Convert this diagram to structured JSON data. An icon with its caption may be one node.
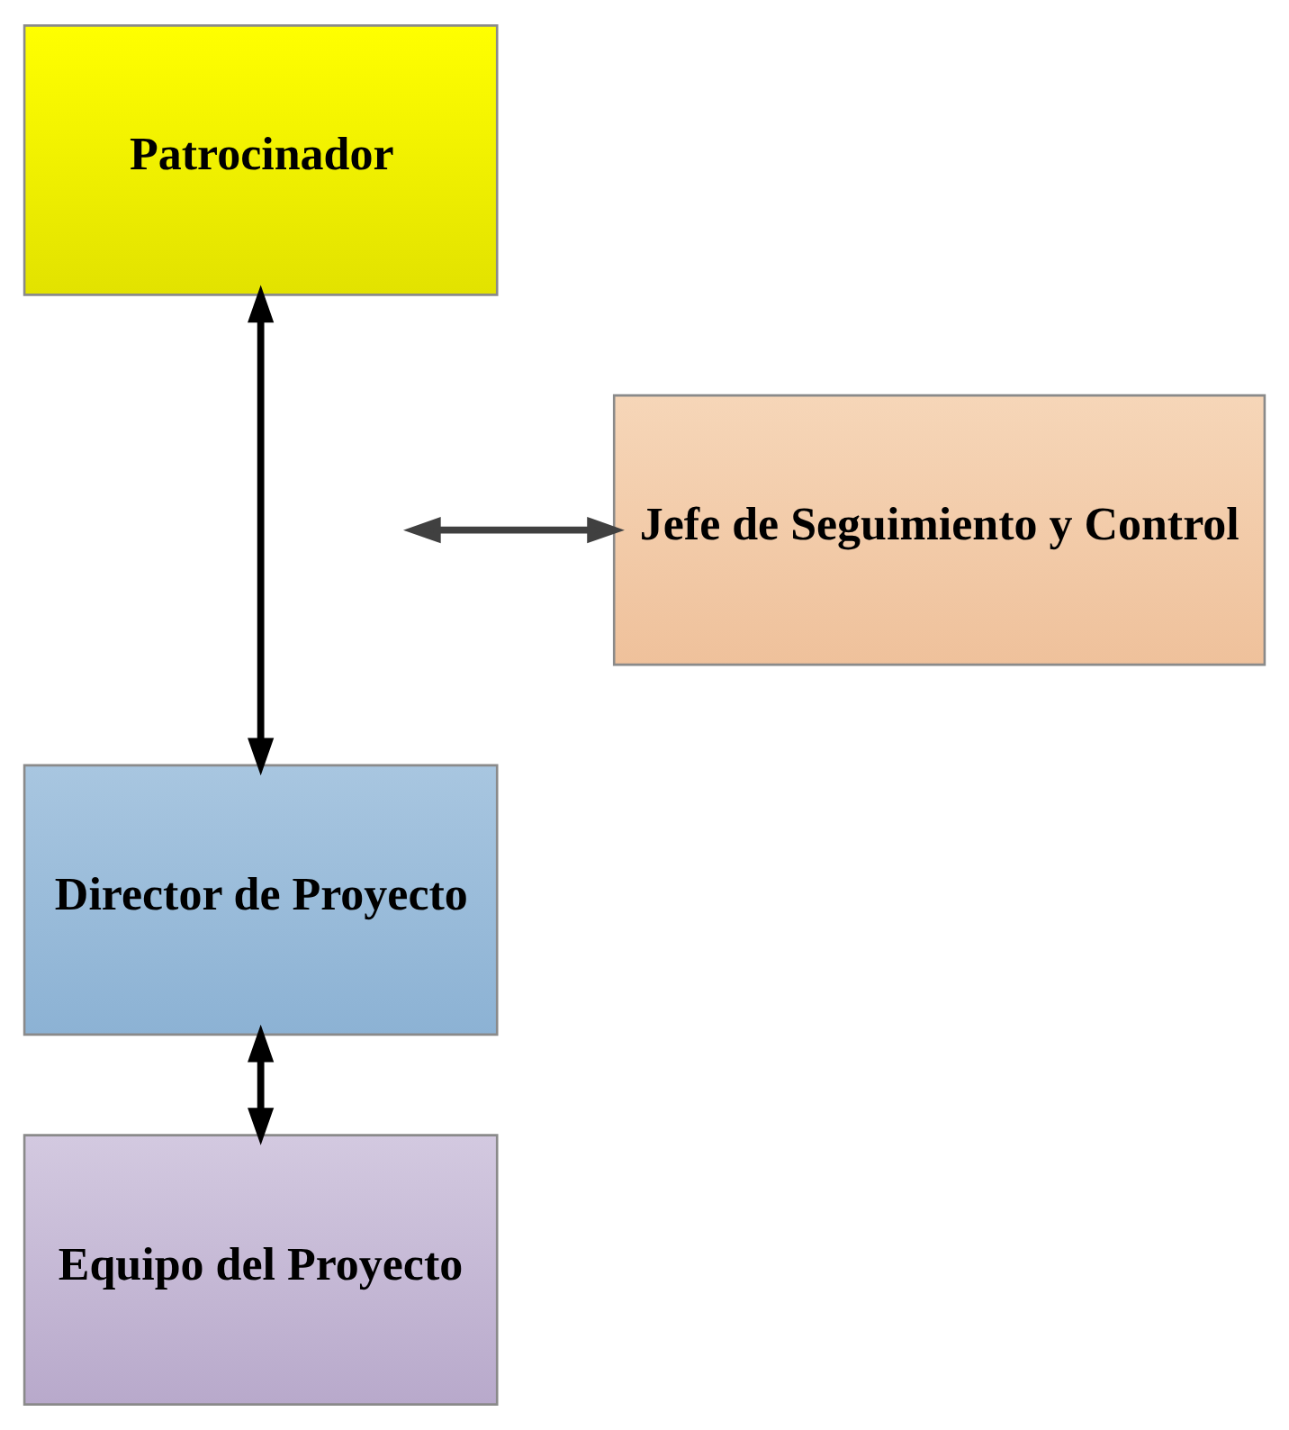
{
  "diagram": {
    "nodes": [
      {
        "text": [
          "Patrocinador"
        ]
      },
      {
        "text": [
          "Jefe de Seguimiento y Control"
        ]
      },
      {
        "text": [
          "Director de Proyecto"
        ]
      },
      {
        "text": [
          "Equipo del Proyecto"
        ]
      }
    ],
    "edges": [
      {
        "from": 0,
        "to": 2,
        "arrow": "both"
      },
      {
        "from": null,
        "to": 1,
        "arrow": "both",
        "color": "#404040"
      },
      {
        "from": 2,
        "to": 3,
        "arrow": "both"
      }
    ]
  }
}
